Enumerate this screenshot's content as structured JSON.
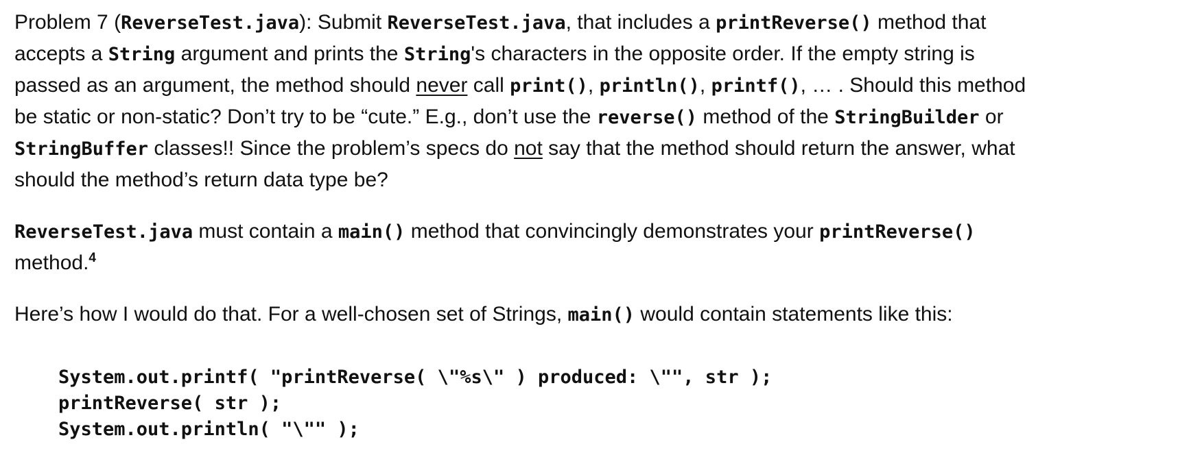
{
  "document": {
    "paragraphs": [
      {
        "type": "body",
        "lines": [
          [
            {
              "t": "Problem 7 ("
            },
            {
              "t": "ReverseTest.java",
              "s": "code"
            },
            {
              "t": "): Submit "
            },
            {
              "t": "ReverseTest.java",
              "s": "code"
            },
            {
              "t": ", that includes a "
            },
            {
              "t": "printReverse()",
              "s": "code"
            },
            {
              "t": " method that"
            }
          ],
          [
            {
              "t": "accepts a "
            },
            {
              "t": "String",
              "s": "code"
            },
            {
              "t": " argument and prints the "
            },
            {
              "t": "String",
              "s": "code"
            },
            {
              "t": "'s characters in the opposite order. If the empty string is"
            }
          ],
          [
            {
              "t": "passed as an argument, the method should "
            },
            {
              "t": "never",
              "s": "u"
            },
            {
              "t": " call "
            },
            {
              "t": "print()",
              "s": "code"
            },
            {
              "t": ", "
            },
            {
              "t": "println()",
              "s": "code"
            },
            {
              "t": ", "
            },
            {
              "t": "printf()",
              "s": "code"
            },
            {
              "t": ", … . Should this method"
            }
          ],
          [
            {
              "t": "be static or non-static? Don’t try to be “cute.” E.g., don’t use the "
            },
            {
              "t": "reverse()",
              "s": "code"
            },
            {
              "t": " method of the "
            },
            {
              "t": "StringBuilder",
              "s": "code"
            },
            {
              "t": " or"
            }
          ],
          [
            {
              "t": "StringBuffer",
              "s": "code"
            },
            {
              "t": " classes!! Since the problem’s specs do "
            },
            {
              "t": "not",
              "s": "u"
            },
            {
              "t": " say that the method should return the answer, what"
            }
          ],
          [
            {
              "t": "should the method’s return data type be?"
            }
          ]
        ]
      },
      {
        "type": "body",
        "lines": [
          [
            {
              "t": "ReverseTest.java",
              "s": "code"
            },
            {
              "t": " must contain a "
            },
            {
              "t": "main()",
              "s": "code"
            },
            {
              "t": " method that convincingly demonstrates your "
            },
            {
              "t": "printReverse()",
              "s": "code"
            }
          ],
          [
            {
              "t": "method."
            },
            {
              "t": "4",
              "s": "sup"
            }
          ]
        ]
      },
      {
        "type": "body",
        "lines": [
          [
            {
              "t": "Here’s how I would do that. For a well-chosen set of Strings, "
            },
            {
              "t": "main()",
              "s": "code"
            },
            {
              "t": " would contain statements like this:"
            }
          ]
        ]
      },
      {
        "type": "code_block",
        "lines": [
          [
            {
              "t": "System.out.printf( \"printReverse( \\\"%s\\\" ) produced: \\\"\", str );"
            }
          ],
          [
            {
              "t": "printReverse( str );"
            }
          ],
          [
            {
              "t": "System.out.println( \"\\\"\" );"
            }
          ]
        ]
      }
    ]
  }
}
